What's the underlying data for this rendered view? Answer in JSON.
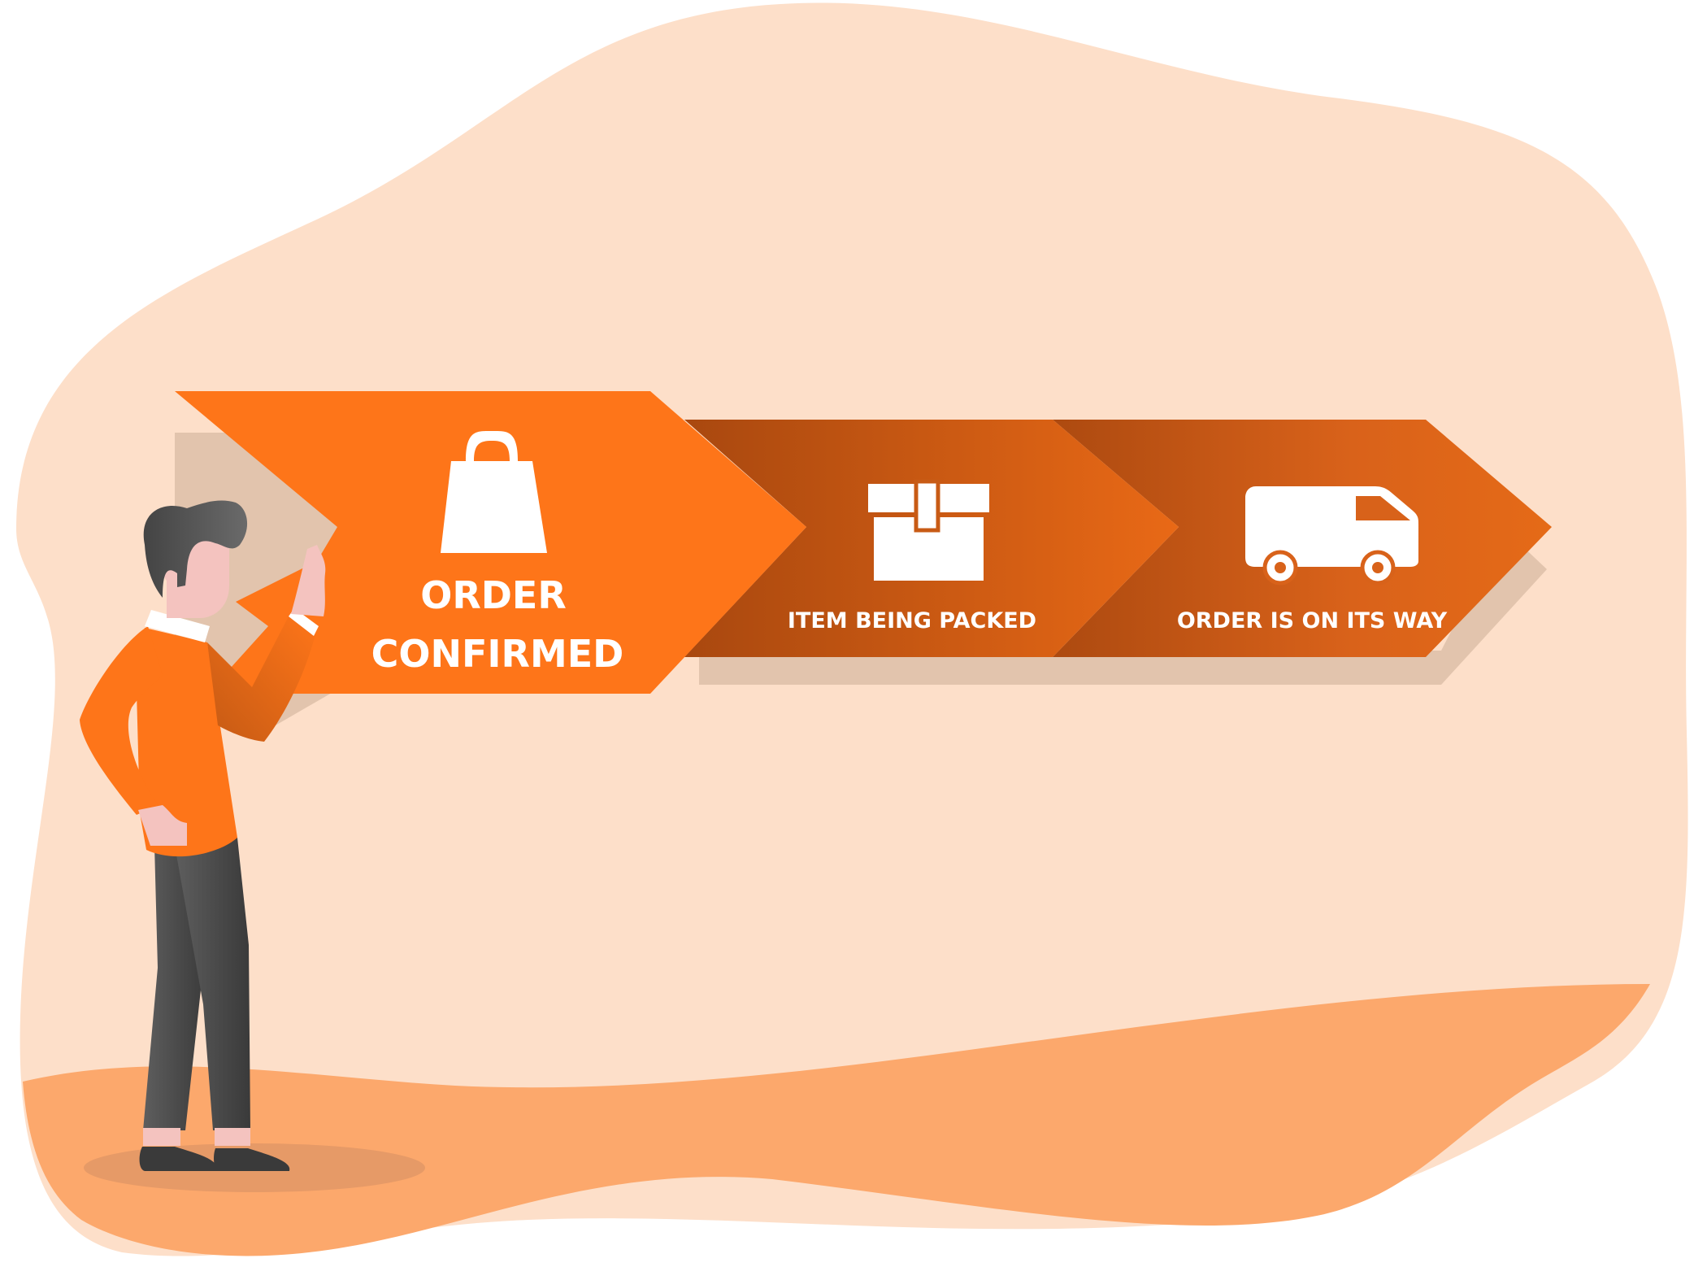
{
  "steps": [
    {
      "label_line1": "ORDER",
      "label_line2": "CONFIRMED",
      "icon": "shopping-bag-icon",
      "state": "current"
    },
    {
      "label": "ITEM BEING PACKED",
      "icon": "package-box-icon",
      "state": "pending"
    },
    {
      "label": "ORDER IS ON ITS WAY",
      "icon": "delivery-truck-icon",
      "state": "pending"
    }
  ],
  "colors": {
    "background_blob": "#fddfc9",
    "ground": "#fca86c",
    "active_arrow": "#fe7519",
    "step2_arrow": "#d55f15",
    "step3_arrow": "#dd6514",
    "arrow_shadow": "#e2c4ad",
    "shirt": "#fe7519",
    "pants": "#545454",
    "hair": "#3d3d3d",
    "skin": "#f4c3bf"
  }
}
